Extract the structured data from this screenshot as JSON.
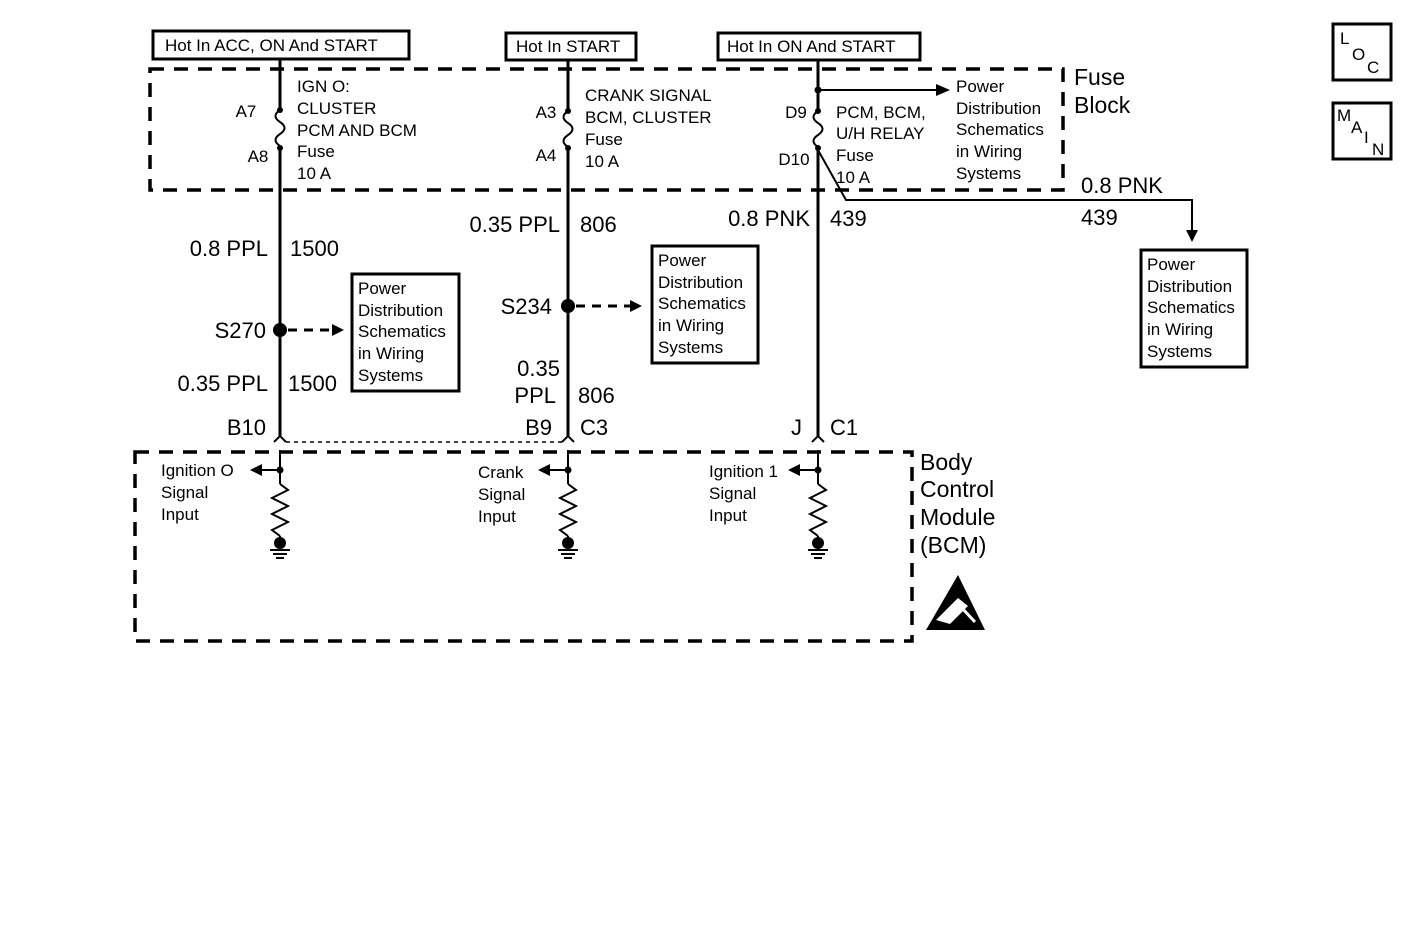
{
  "hot_labels": {
    "acc_on_start": "Hot In ACC, ON And START",
    "start": "Hot In START",
    "on_start": "Hot In ON And START"
  },
  "fuse_block": {
    "label_line1": "Fuse",
    "label_line2": "Block",
    "fuses": [
      {
        "pin_top": "A7",
        "pin_bottom": "A8",
        "lines": [
          "IGN O:",
          "CLUSTER",
          "PCM AND BCM",
          "Fuse",
          "10 A"
        ]
      },
      {
        "pin_top": "A3",
        "pin_bottom": "A4",
        "lines": [
          "CRANK SIGNAL",
          "BCM, CLUSTER",
          "Fuse",
          "10 A"
        ]
      },
      {
        "pin_top": "D9",
        "pin_bottom": "D10",
        "lines": [
          "PCM, BCM,",
          "U/H RELAY",
          "Fuse",
          "10 A"
        ]
      }
    ],
    "power_dist_note": [
      "Power",
      "Distribution",
      "Schematics",
      "in Wiring",
      "Systems"
    ]
  },
  "wires": {
    "w1_upper_gauge": "0.8 PPL",
    "w1_upper_circuit": "1500",
    "w1_lower_gauge": "0.35 PPL",
    "w1_lower_circuit": "1500",
    "w2_upper_gauge": "0.35 PPL",
    "w2_upper_circuit": "806",
    "w2_lower_gauge_1": "0.35",
    "w2_lower_gauge_2": "PPL",
    "w2_lower_circuit": "806",
    "w3_gauge": "0.8 PNK",
    "w3_circuit": "439",
    "branch_gauge": "0.8 PNK",
    "branch_circuit": "439"
  },
  "splices": {
    "s1": "S270",
    "s2": "S234"
  },
  "power_dist_boxes": {
    "lines": [
      "Power",
      "Distribution",
      "Schematics",
      "in Wiring",
      "Systems"
    ]
  },
  "connectors": {
    "c1": "B10",
    "c2a": "B9",
    "c2b": "C3",
    "c3a": "J",
    "c3b": "C1"
  },
  "bcm": {
    "label": [
      "Body",
      "Control",
      "Module",
      "(BCM)"
    ],
    "inputs": [
      [
        "Ignition O",
        "Signal",
        "Input"
      ],
      [
        "Crank",
        "Signal",
        "Input"
      ],
      [
        "Ignition 1",
        "Signal",
        "Input"
      ]
    ]
  },
  "nav": {
    "loc": [
      "L",
      "O",
      "C"
    ],
    "main": [
      "M",
      "A",
      "I",
      "N"
    ]
  }
}
